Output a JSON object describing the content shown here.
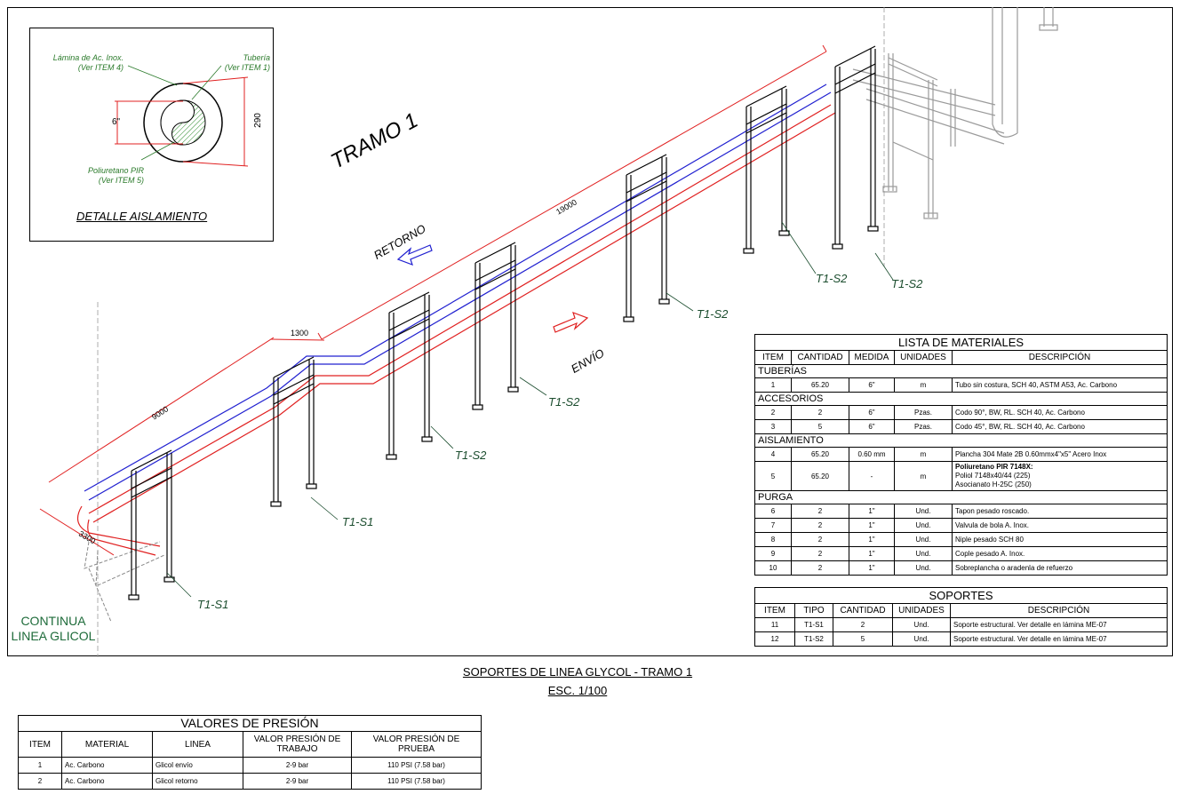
{
  "detail": {
    "title": "DETALLE AISLAMIENTO",
    "label_lamina": "Lámina de Ac. Inox.",
    "label_lamina_ref": "(Ver ITEM 4)",
    "label_tuberia": "Tubería",
    "label_tuberia_ref": "(Ver ITEM 1)",
    "label_pur": "Poliuretano PIR",
    "label_pur_ref": "(Ver ITEM 5)",
    "dim_pipe": "6\"",
    "dim_outer": "290"
  },
  "drawing": {
    "tramo": "TRAMO 1",
    "retorno": "RETORNO",
    "envio": "ENVÍO",
    "dim_19000": "19000",
    "dim_1300": "1300",
    "dim_9000": "9000",
    "dim_3300": "3300",
    "continua_1": "CONTINUA",
    "continua_2": "LINEA GLICOL",
    "supports": [
      "T1-S1",
      "T1-S1",
      "T1-S2",
      "T1-S2",
      "T1-S2",
      "T1-S2",
      "T1-S2"
    ],
    "colors": {
      "supply": "#e02020",
      "return": "#2020d0",
      "steel": "#000000",
      "label": "#1b4d2e"
    }
  },
  "sheet": {
    "title": "SOPORTES DE LINEA GLYCOL - TRAMO 1",
    "scale": "ESC. 1/100"
  },
  "materials": {
    "title": "LISTA DE MATERIALES",
    "headers": [
      "ITEM",
      "CANTIDAD",
      "MEDIDA",
      "UNIDADES",
      "DESCRIPCIÓN"
    ],
    "sections": [
      {
        "name": "TUBERÍAS",
        "rows": [
          {
            "item": "1",
            "cant": "65.20",
            "medida": "6\"",
            "unid": "m",
            "desc": "Tubo sin costura, SCH 40, ASTM A53, Ac. Carbono"
          }
        ]
      },
      {
        "name": "ACCESORIOS",
        "rows": [
          {
            "item": "2",
            "cant": "2",
            "medida": "6\"",
            "unid": "Pzas.",
            "desc": "Codo 90°, BW, RL. SCH 40, Ac. Carbono"
          },
          {
            "item": "3",
            "cant": "5",
            "medida": "6\"",
            "unid": "Pzas.",
            "desc": "Codo 45°, BW, RL. SCH 40, Ac. Carbono"
          }
        ]
      },
      {
        "name": "AISLAMIENTO",
        "rows": [
          {
            "item": "4",
            "cant": "65.20",
            "medida": "0.60 mm",
            "unid": "m",
            "desc": "Plancha 304 Mate 2B 0.60mmx4\"x5\" Acero Inox"
          }
        ]
      },
      {
        "name": "PURGA",
        "rows": [
          {
            "item": "6",
            "cant": "2",
            "medida": "1\"",
            "unid": "Und.",
            "desc": "Tapon pesado roscado."
          },
          {
            "item": "7",
            "cant": "2",
            "medida": "1\"",
            "unid": "Und.",
            "desc": "Valvula de bola A. Inox."
          },
          {
            "item": "8",
            "cant": "2",
            "medida": "1\"",
            "unid": "Und.",
            "desc": "Niple pesado SCH 80"
          },
          {
            "item": "9",
            "cant": "2",
            "medida": "1\"",
            "unid": "Und.",
            "desc": "Cople pesado A. Inox."
          },
          {
            "item": "10",
            "cant": "2",
            "medida": "1\"",
            "unid": "Und.",
            "desc": "Sobreplancha o aradenla de refuerzo"
          }
        ]
      }
    ],
    "item5": {
      "item": "5",
      "cant": "65.20",
      "medida": "-",
      "unid": "m",
      "desc_title": "Poliuretano PIR 7148X:",
      "desc_1": "Poliol 7148x40/44 (225)",
      "desc_2": "Asocianato H-25C (250)"
    }
  },
  "soportes": {
    "title": "SOPORTES",
    "headers": [
      "ITEM",
      "TIPO",
      "CANTIDAD",
      "UNIDADES",
      "DESCRIPCIÓN"
    ],
    "rows": [
      {
        "item": "11",
        "tipo": "T1-S1",
        "cant": "2",
        "unid": "Und.",
        "desc": "Soporte estructural. Ver detalle en lámina ME-07"
      },
      {
        "item": "12",
        "tipo": "T1-S2",
        "cant": "5",
        "unid": "Und.",
        "desc": "Soporte estructural. Ver detalle en lámina ME-07"
      }
    ]
  },
  "pressure": {
    "title": "VALORES DE PRESIÓN",
    "headers": [
      "ITEM",
      "MATERIAL",
      "LINEA",
      "VALOR PRESIÓN DE TRABAJO",
      "VALOR PRESIÓN DE PRUEBA"
    ],
    "rows": [
      {
        "item": "1",
        "material": "Ac.   Carbono",
        "linea": "Glicol envío",
        "trabajo": "2-9 bar",
        "prueba": "110 PSI (7.58 bar)"
      },
      {
        "item": "2",
        "material": "Ac.   Carbono",
        "linea": "Glicol retorno",
        "trabajo": "2-9 bar",
        "prueba": "110 PSI (7.58 bar)"
      }
    ]
  }
}
